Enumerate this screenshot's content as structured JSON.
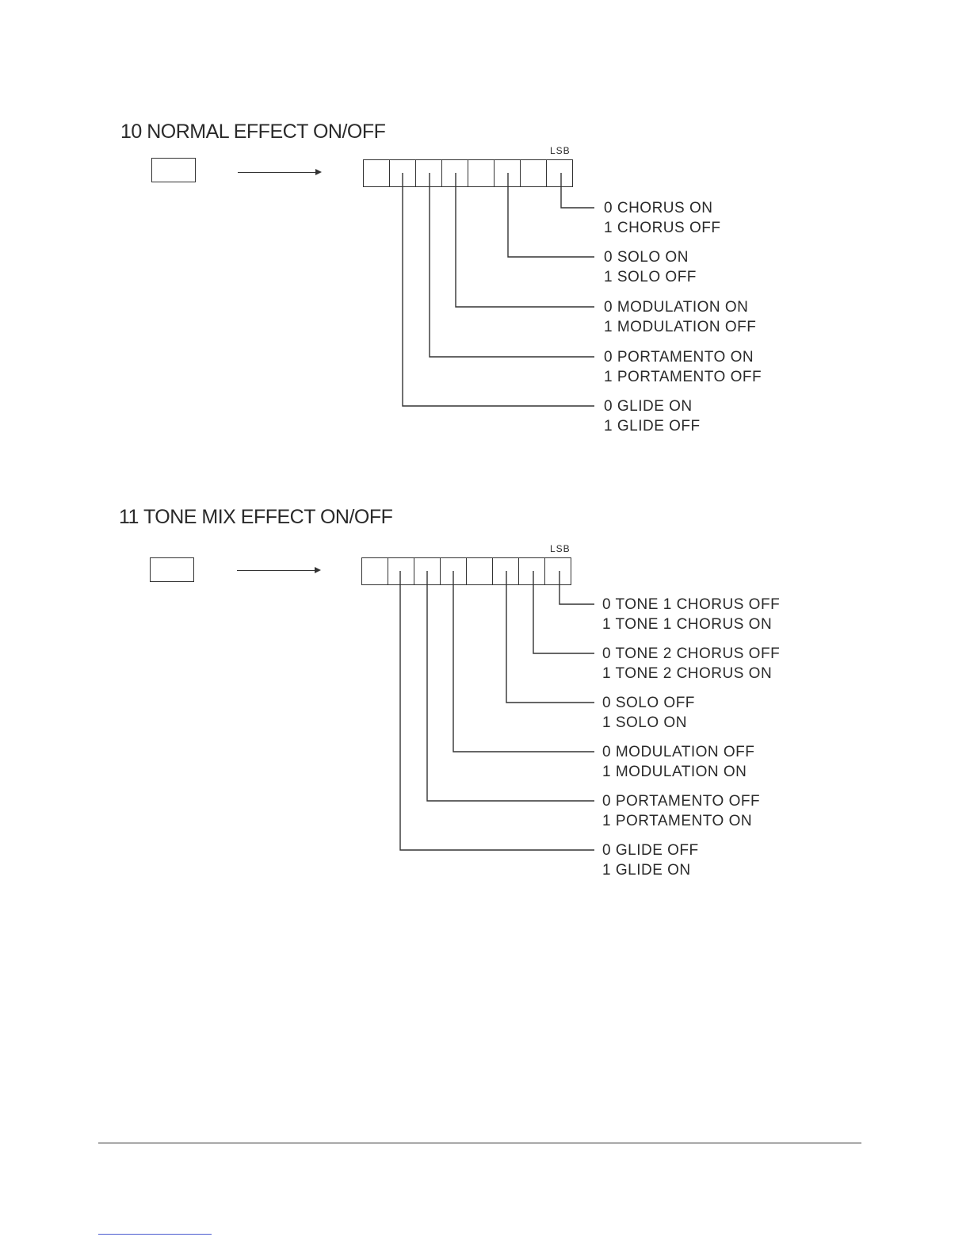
{
  "sections": [
    {
      "title": "10 NORMAL EFFECT ON/OFF",
      "lsb_label": "LSB",
      "options": [
        {
          "on": "0 CHORUS ON",
          "off": "1 CHORUS OFF"
        },
        {
          "on": "0 SOLO ON",
          "off": "1 SOLO OFF"
        },
        {
          "on": "0 MODULATION ON",
          "off": "1 MODULATION OFF"
        },
        {
          "on": "0 PORTAMENTO ON",
          "off": "1 PORTAMENTO OFF"
        },
        {
          "on": "0 GLIDE ON",
          "off": "1 GLIDE OFF"
        }
      ]
    },
    {
      "title": "11 TONE MIX EFFECT ON/OFF",
      "lsb_label": "LSB",
      "options": [
        {
          "on": "0 TONE 1 CHORUS OFF",
          "off": "1 TONE 1 CHORUS ON"
        },
        {
          "on": "0 TONE 2 CHORUS OFF",
          "off": "1 TONE 2 CHORUS ON"
        },
        {
          "on": "0 SOLO OFF",
          "off": "1 SOLO ON"
        },
        {
          "on": "0 MODULATION OFF",
          "off": "1 MODULATION ON"
        },
        {
          "on": "0 PORTAMENTO OFF",
          "off": "1 PORTAMENTO ON"
        },
        {
          "on": "0 GLIDE OFF",
          "off": "1 GLIDE ON"
        }
      ]
    }
  ]
}
